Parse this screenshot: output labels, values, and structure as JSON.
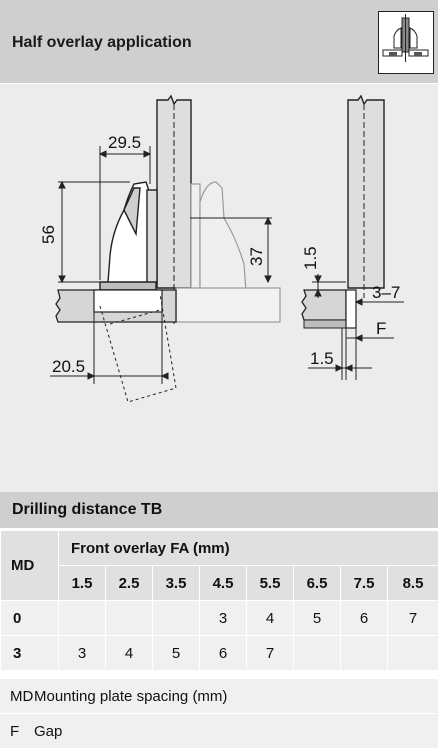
{
  "header": {
    "title": "Half overlay application",
    "icon": "hinge-application-icon"
  },
  "drawing": {
    "dim_29_5": "29.5",
    "dim_56": "56",
    "dim_37": "37",
    "dim_20_5": "20.5",
    "dim_1_5_top": "1.5",
    "dim_3_7": "3–7",
    "dim_F": "F",
    "dim_1_5_bottom": "1.5"
  },
  "drilling": {
    "title": "Drilling distance TB",
    "md_header": "MD",
    "fa_header": "Front overlay FA (mm)",
    "fa_values": [
      "1.5",
      "2.5",
      "3.5",
      "4.5",
      "5.5",
      "6.5",
      "7.5",
      "8.5"
    ],
    "rows": [
      {
        "md": "0",
        "cells": [
          "",
          "",
          "",
          "3",
          "4",
          "5",
          "6",
          "7"
        ]
      },
      {
        "md": "3",
        "cells": [
          "3",
          "4",
          "5",
          "6",
          "7",
          "",
          "",
          ""
        ]
      }
    ]
  },
  "legend": [
    {
      "abbr": "MD",
      "text": "Mounting plate spacing (mm)"
    },
    {
      "abbr": "F",
      "text": "Gap"
    }
  ]
}
